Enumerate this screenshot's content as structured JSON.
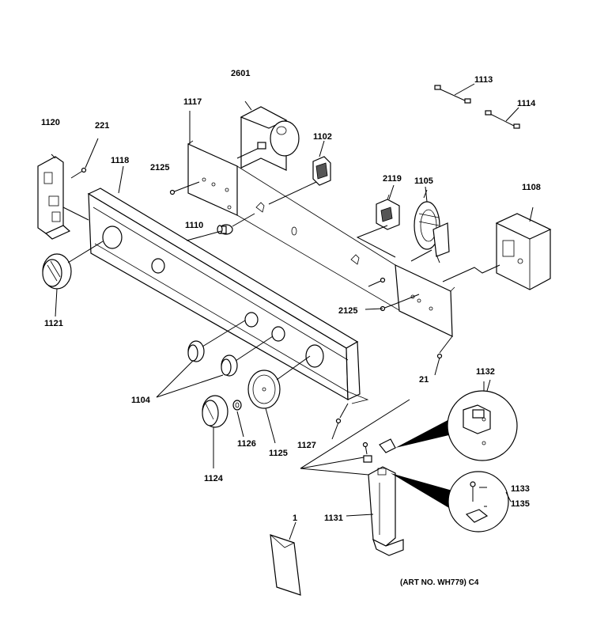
{
  "labels": {
    "l2601": "2601",
    "l1113": "1113",
    "l1114": "1114",
    "l1120": "1120",
    "l221": "221",
    "l1117": "1117",
    "l1102": "1102",
    "l1118": "1118",
    "l2125a": "2125",
    "l2119": "2119",
    "l1105": "1105",
    "l1108": "1108",
    "l1110": "1110",
    "l1121": "1121",
    "l2125b": "2125",
    "l21": "21",
    "l1104": "1104",
    "l1132": "1132",
    "l1126": "1126",
    "l1125": "1125",
    "l1127": "1127",
    "l1124": "1124",
    "l1133": "1133",
    "l1135": "1135",
    "l1131": "1131",
    "l1": "1"
  },
  "art_number": "(ART NO. WH779) C4"
}
